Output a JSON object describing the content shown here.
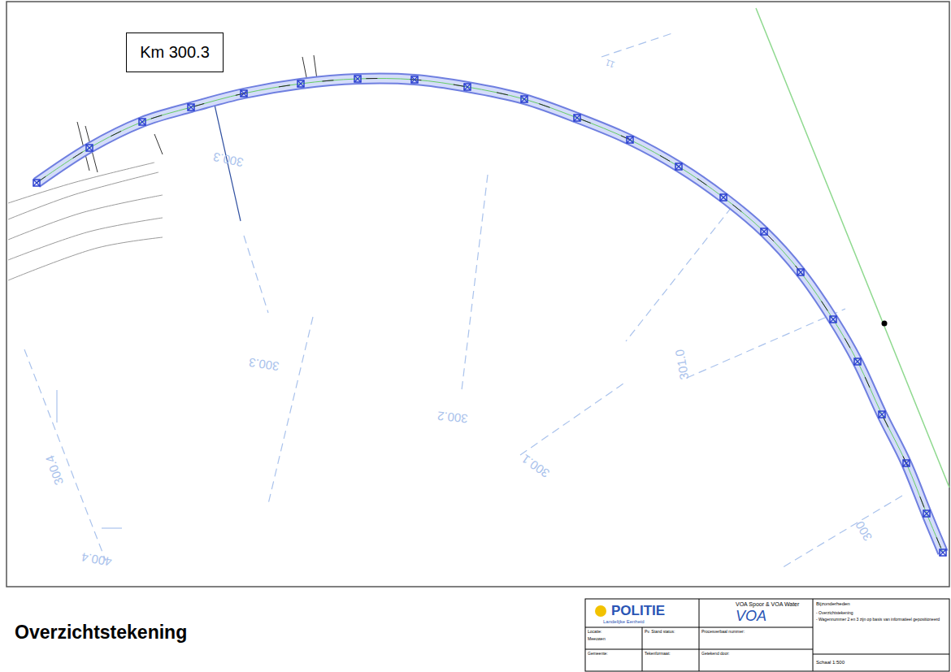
{
  "diagram": {
    "title": "Overzichtstekening",
    "nodes": [
      {
        "text": [
          "Km 300.3"
        ]
      }
    ],
    "labels": [
      "300.3",
      "300.3",
      "300.2",
      "300.1",
      "301.0",
      "300.4",
      "400.4",
      "300",
      "11",
      "POLITIE",
      "Landelijke Eenheid",
      "VOA Spoor & VOA Water",
      "VOA",
      "Bijzonderheden",
      "- Overzichtstekening",
      "- Wagennummer 2 en 3 zijn op basis van informatieel gepositioneerd",
      "Locatie:",
      "Meeuwen",
      "Gemeente:",
      "Pv. Stand status:",
      "Tekenformaat:",
      "Procesverbaal nummer:",
      "Getekend door:",
      "Schaal 1:500"
    ]
  }
}
